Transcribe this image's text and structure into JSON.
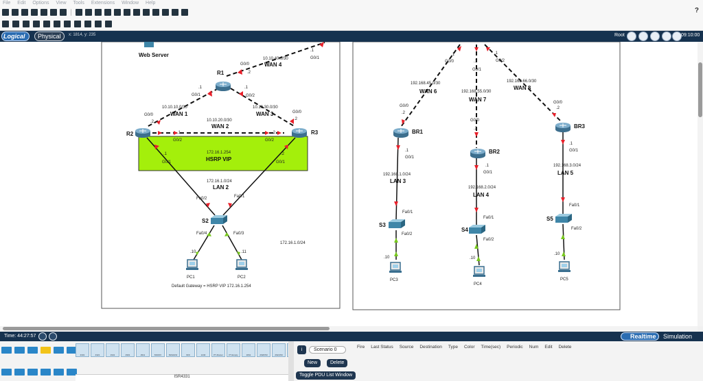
{
  "menu": [
    "File",
    "Edit",
    "Options",
    "View",
    "Tools",
    "Extensions",
    "Window",
    "Help"
  ],
  "help_label": "?",
  "nav": {
    "logical": "Logical",
    "physical": "Physical",
    "coords": "x: 1814, y: 235",
    "root": "Root",
    "clock": "09:10:00"
  },
  "colors": {
    "hsrp": "#a4ef0b",
    "link_red": "#e8202a",
    "link_green": "#78c81e",
    "nav_bg": "#16324f",
    "accent": "#2a6cb1"
  },
  "topology": {
    "web_server": "Web Server",
    "r1": "R1",
    "r2": "R2",
    "r3": "R3",
    "r1_g00": "G0/0",
    "r1_g00_ip": ".2",
    "r1_g01": "G0/1",
    "r1_g01_ip": ".1",
    "r1_g02": "G0/2",
    "r1_g02_ip": ".1",
    "ws_ip": ".1",
    "ws_g01": "G0/1",
    "wan4_net": "10.10.40.0/30",
    "wan4": "WAN 4",
    "wan1_net": "10.10.10.0/30",
    "wan1": "WAN 1",
    "wan3_net": "10.10.30.0/30",
    "wan3": "WAN 3",
    "wan2_net": "10.10.20.0/30",
    "wan2": "WAN 2",
    "r2_g00": "G0/0",
    "r2_g00_ip": ".2",
    "r2_g02": "G0/2",
    "r2_g02_ip": ".1",
    "r2_g01": "G0/1",
    "r2_g01_ip": ".1",
    "r3_g00": "G0/0",
    "r3_g00_ip": ".2",
    "r3_g02": "G0/2",
    "r3_g02_ip": ".2",
    "r3_g01": "G0/1",
    "r3_g01_ip": ".2",
    "hsrp_ip": "172.16.1.254",
    "hsrp_label": "HSRP VIP",
    "lan2_net": "172.16.1.0/24",
    "lan2": "LAN 2",
    "s2": "S2",
    "s2_fa02": "Fa0/2",
    "s2_fa01": "Fa0/1",
    "s2_fa04": "Fa0/4",
    "s2_fa03": "Fa0/3",
    "lan2_net2": "172.16.1.0/24",
    "pc1": "PC1",
    "pc1_ip": ".10",
    "pc2": "PC2",
    "pc2_ip": ".11",
    "gateway_note": "Default Gateway = HSRP VIP 172.16.1.254",
    "core_left_ip": ".1",
    "core_left_port": "G0/0",
    "core_mid_ip": ".1",
    "core_mid_port": "G0/1",
    "core_right_ip": ".1",
    "core_right_port": "G0/2",
    "wan6_net": "192.168.45.0/30",
    "wan6": "WAN 6",
    "wan7_net": "192.168.55.0/30",
    "wan7": "WAN 7",
    "wan8_net": "192.168.66.0/30",
    "wan8": "WAN 8",
    "br1": "BR1",
    "br2": "BR2",
    "br3": "BR3",
    "br1_g00": "G0/0",
    "br1_g00_ip": ".2",
    "br1_g01": "G0/1",
    "br1_g01_ip": ".1",
    "br2_g00": "G0/0",
    "br2_g00_ip": ".2",
    "br2_g01": "G0/1",
    "br2_g01_ip": ".1",
    "br3_g00": "G0/0",
    "br3_g00_ip": ".2",
    "br3_g01": "G0/1",
    "br3_g01_ip": ".1",
    "lan3_net": "192.168.1.0/24",
    "lan3": "LAN 3",
    "lan4_net": "192.168.2.0/24",
    "lan4": "LAN 4",
    "lan5_net": "192.168.3.0/24",
    "lan5": "LAN 5",
    "s3": "S3",
    "s3_fa01": "Fa0/1",
    "s3_fa02": "Fa0/2",
    "s4": "S4",
    "s4_fa01": "Fa0/1",
    "s4_fa02": "Fa0/2",
    "s5": "S5",
    "s5_fa01": "Fa0/1",
    "s5_fa02": "Fa0/2",
    "pc3": "PC3",
    "pc3_ip": ".10",
    "pc4": "PC4",
    "pc4_ip": ".10",
    "pc5": "PC5",
    "pc5_ip": ".10"
  },
  "bottom": {
    "time": "Time: 44:27:57",
    "realtime": "Realtime",
    "simulation": "Simulation",
    "devices": [
      "4331",
      "4321",
      "1941",
      "2901",
      "2911",
      "819IOX",
      "819HGW",
      "829",
      "1240",
      "PT-Router",
      "PT-Empty",
      "1841",
      "2620XM",
      "2621XM",
      "2"
    ],
    "model": "ISR4331",
    "scenario": "Scenario 0",
    "new_btn": "New",
    "delete_btn": "Delete",
    "toggle_btn": "Toggle PDU List Window",
    "pdu_headers": [
      "Fire",
      "Last Status",
      "Source",
      "Destination",
      "Type",
      "Color",
      "Time(sec)",
      "Periodic",
      "Num",
      "Edit",
      "Delete"
    ]
  }
}
